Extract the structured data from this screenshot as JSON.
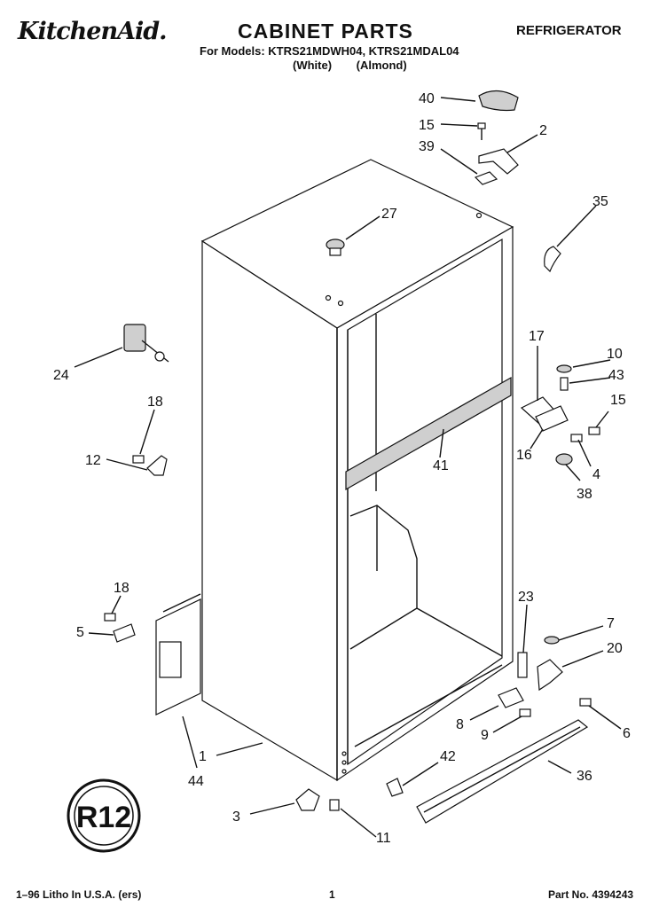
{
  "header": {
    "brand": "KitchenAid.",
    "title": "CABINET PARTS",
    "category": "REFRIGERATOR",
    "models": "For Models: KTRS21MDWH04, KTRS21MDAL04",
    "variants": "(White) (Almond)"
  },
  "badge": {
    "text": "R12",
    "icon": "r12-refrigerant-seal"
  },
  "callouts": [
    "40",
    "15",
    "2",
    "39",
    "35",
    "27",
    "24",
    "17",
    "10",
    "43",
    "15",
    "18",
    "12",
    "16",
    "4",
    "41",
    "38",
    "18",
    "23",
    "5",
    "7",
    "20",
    "8",
    "6",
    "9",
    "1",
    "42",
    "36",
    "44",
    "3",
    "11"
  ],
  "footer": {
    "left": "1–96 Litho In U.S.A. (ers)",
    "center": "1",
    "right": "Part No. 4394243"
  }
}
